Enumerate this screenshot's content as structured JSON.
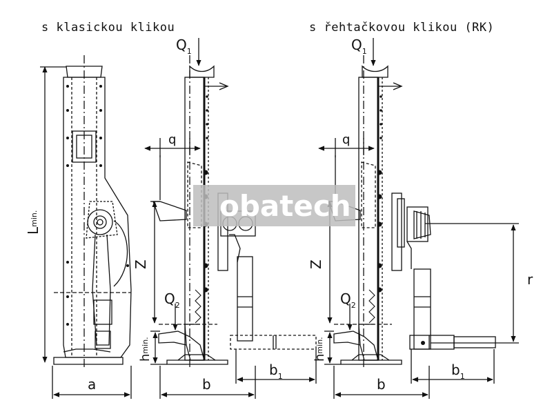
{
  "captions": {
    "left": "s klasickou klikou",
    "right": "s řehtačkovou klikou (RK)"
  },
  "watermark": "obatech",
  "labels": {
    "q1_main": "Q",
    "q1_sub": "1",
    "q2_main": "Q",
    "q2_sub": "2",
    "q": "q",
    "z": "Z",
    "h_main": "h",
    "h_sub": "min.",
    "l_main": "L",
    "l_sub": "min.",
    "a": "a",
    "b": "b",
    "b1_main": "b",
    "b1_sub": "1",
    "r": "r"
  },
  "colors": {
    "line": "#111111",
    "watermark_bg": "#bdbdbd"
  }
}
